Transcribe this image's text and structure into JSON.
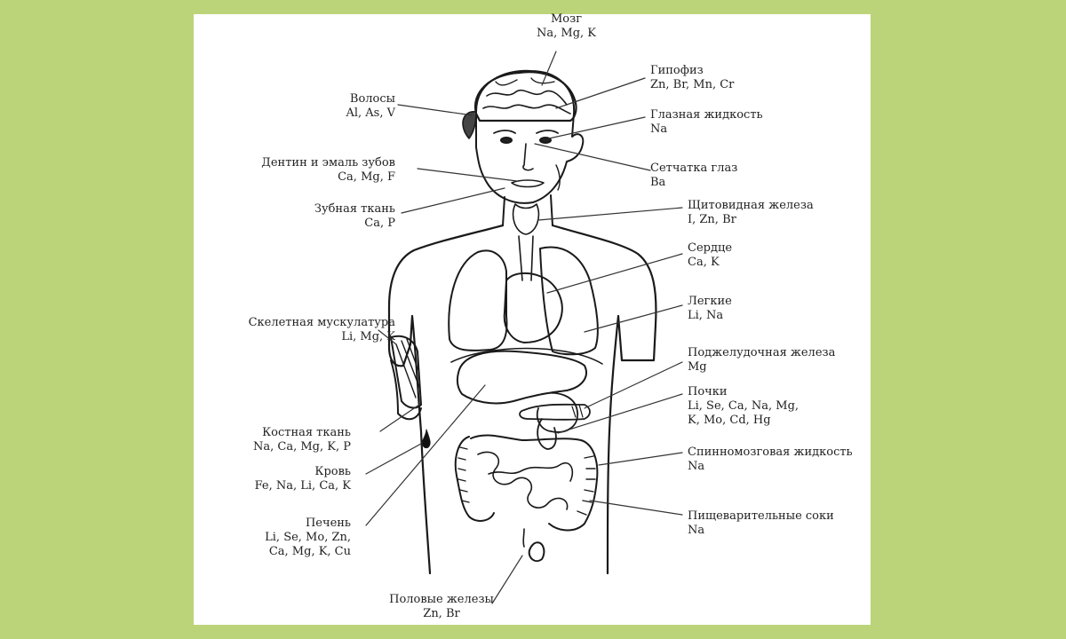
{
  "labels": {
    "brain": {
      "name": "Мозг",
      "elements": [
        "Na, Mg, K"
      ]
    },
    "pituitary": {
      "name": "Гипофиз",
      "elements": [
        "Zn, Br, Mn, Cr"
      ]
    },
    "hair": {
      "name": "Волосы",
      "elements": [
        "Al, As, V"
      ]
    },
    "eye_fluid": {
      "name": "Глазная жидкость",
      "elements": [
        "Na"
      ]
    },
    "dentin": {
      "name": "Дентин и эмаль зубов",
      "elements": [
        "Ca, Mg, F"
      ]
    },
    "retina": {
      "name": "Сетчатка глаз",
      "elements": [
        "Ba"
      ]
    },
    "tooth": {
      "name": "Зубная ткань",
      "elements": [
        "Ca, P"
      ]
    },
    "thyroid": {
      "name": "Щитовидная железа",
      "elements": [
        "I, Zn, Br"
      ]
    },
    "heart": {
      "name": "Сердце",
      "elements": [
        "Ca, K"
      ]
    },
    "lungs": {
      "name": "Легкие",
      "elements": [
        "Li, Na"
      ]
    },
    "muscle": {
      "name": "Скелетная мускулатура",
      "elements": [
        "Li, Mg, K"
      ]
    },
    "pancreas": {
      "name": "Поджелудочная железа",
      "elements": [
        "Mg"
      ]
    },
    "kidneys": {
      "name": "Почки",
      "elements": [
        "Li, Se, Ca, Na, Mg,",
        "K, Mo, Cd, Hg"
      ]
    },
    "bone": {
      "name": "Костная ткань",
      "elements": [
        "Na, Ca, Mg, K, P"
      ]
    },
    "spinal": {
      "name": "Спинномозговая жидкость",
      "elements": [
        "Na"
      ]
    },
    "blood": {
      "name": "Кровь",
      "elements": [
        "Fe, Na, Li, Ca, K"
      ]
    },
    "liver": {
      "name": "Печень",
      "elements": [
        "Li, Se, Mo, Zn,",
        "Ca, Mg, K, Cu"
      ]
    },
    "digestive": {
      "name": "Пищеварительные соки",
      "elements": [
        "Na"
      ]
    },
    "gonads": {
      "name": "Половые железы",
      "elements": [
        "Zn, Br"
      ]
    }
  },
  "colors": {
    "background": "#bcd479",
    "panel": "#ffffff",
    "ink": "#222222"
  }
}
